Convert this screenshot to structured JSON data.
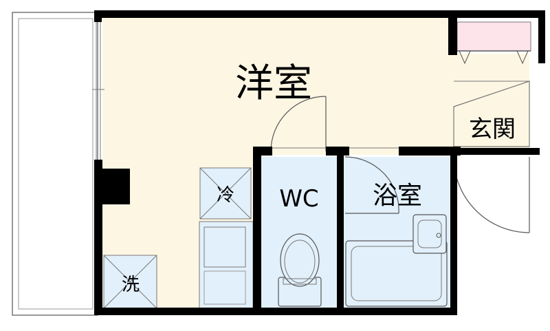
{
  "rooms": {
    "western_room": "洋室",
    "entrance": "玄関",
    "wc": "WC",
    "bathroom": "浴室"
  },
  "fixtures": {
    "fridge": "冷",
    "washer": "洗"
  },
  "colors": {
    "wall": "#000000",
    "floor_cream": "#fdf6e3",
    "wet_area_blue": "#e2f0fb",
    "shoe_box_pink": "#fde3ea",
    "line_gray": "#555555"
  }
}
